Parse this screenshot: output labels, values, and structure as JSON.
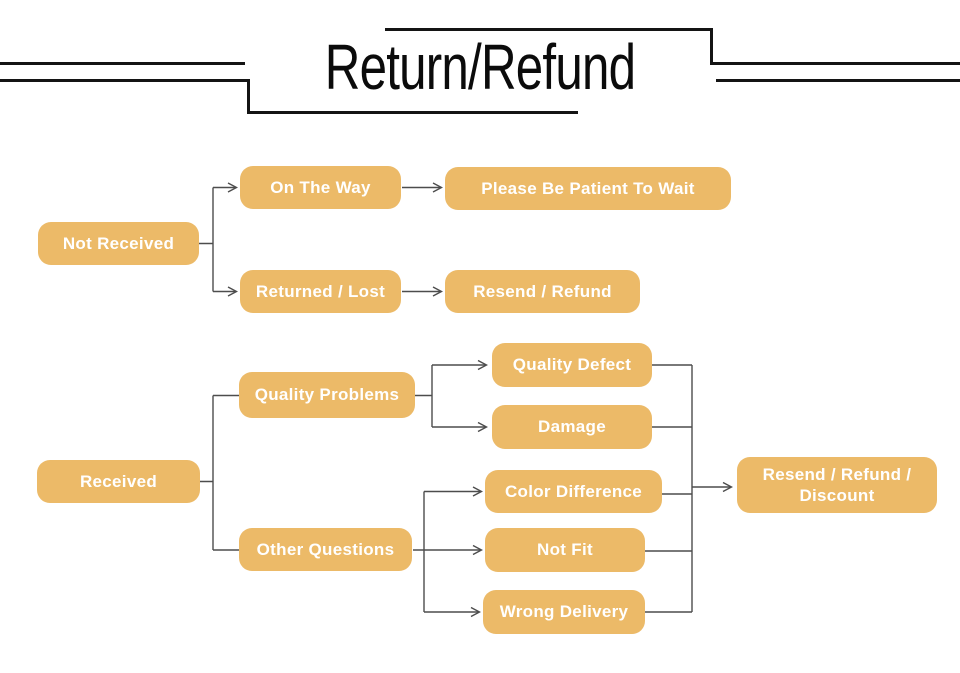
{
  "title": "Return/Refund",
  "colors": {
    "node_fill": "#ECBA68",
    "node_text": "#FFFFFF",
    "connector": "#4D4D4D",
    "frame_line": "#141414",
    "background": "#FFFFFF"
  },
  "flowchart": {
    "nodes": {
      "not_received": {
        "label": "Not Received"
      },
      "on_the_way": {
        "label": "On The Way"
      },
      "please_wait": {
        "label": "Please Be Patient To Wait"
      },
      "returned_lost": {
        "label": "Returned / Lost"
      },
      "resend_refund": {
        "label": "Resend / Refund"
      },
      "received": {
        "label": "Received"
      },
      "quality_problems": {
        "label": "Quality Problems"
      },
      "quality_defect": {
        "label": "Quality Defect"
      },
      "damage": {
        "label": "Damage"
      },
      "other_questions": {
        "label": "Other Questions"
      },
      "color_difference": {
        "label": "Color Difference"
      },
      "not_fit": {
        "label": "Not Fit"
      },
      "wrong_delivery": {
        "label": "Wrong Delivery"
      },
      "resend_refund_discount": {
        "label": "Resend / Refund / Discount"
      }
    },
    "edges": [
      {
        "from": "Not Received",
        "to": "On The Way",
        "arrowhead": true
      },
      {
        "from": "Not Received",
        "to": "Returned / Lost",
        "arrowhead": true
      },
      {
        "from": "On The Way",
        "to": "Please Be Patient To Wait",
        "arrowhead": true
      },
      {
        "from": "Returned / Lost",
        "to": "Resend / Refund",
        "arrowhead": true
      },
      {
        "from": "Received",
        "to": "Quality Problems",
        "arrowhead": false
      },
      {
        "from": "Received",
        "to": "Other Questions",
        "arrowhead": false
      },
      {
        "from": "Quality Problems",
        "to": "Quality Defect",
        "arrowhead": true
      },
      {
        "from": "Quality Problems",
        "to": "Damage",
        "arrowhead": true
      },
      {
        "from": "Other Questions",
        "to": "Color Difference",
        "arrowhead": true
      },
      {
        "from": "Other Questions",
        "to": "Not Fit",
        "arrowhead": true
      },
      {
        "from": "Other Questions",
        "to": "Wrong Delivery",
        "arrowhead": true
      },
      {
        "from": "Quality Defect",
        "to": "Resend / Refund / Discount",
        "arrowhead": true
      },
      {
        "from": "Damage",
        "to": "Resend / Refund / Discount",
        "arrowhead": true
      },
      {
        "from": "Color Difference",
        "to": "Resend / Refund / Discount",
        "arrowhead": true
      },
      {
        "from": "Not Fit",
        "to": "Resend / Refund / Discount",
        "arrowhead": true
      },
      {
        "from": "Wrong Delivery",
        "to": "Resend / Refund / Discount",
        "arrowhead": true
      }
    ]
  }
}
